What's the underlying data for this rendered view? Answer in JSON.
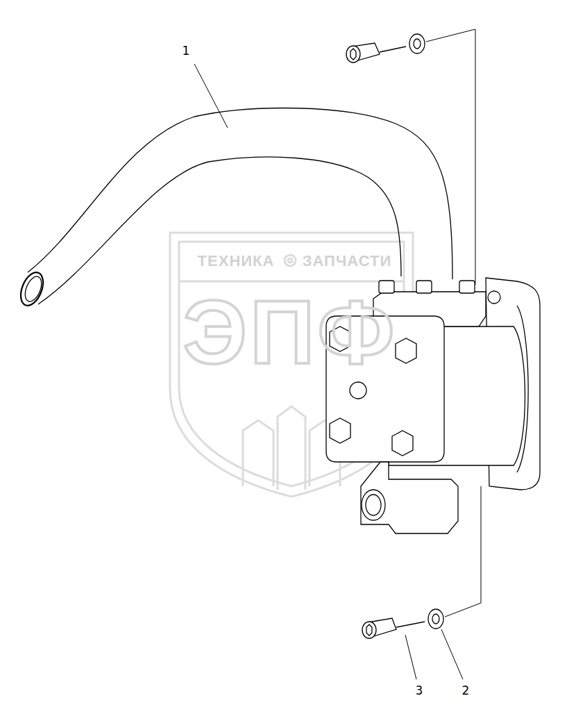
{
  "diagram": {
    "labels": [
      "1",
      "3",
      "2",
      "ТЕХНИКА",
      "ЗАПЧАСТИ",
      "ЭПФ"
    ]
  }
}
